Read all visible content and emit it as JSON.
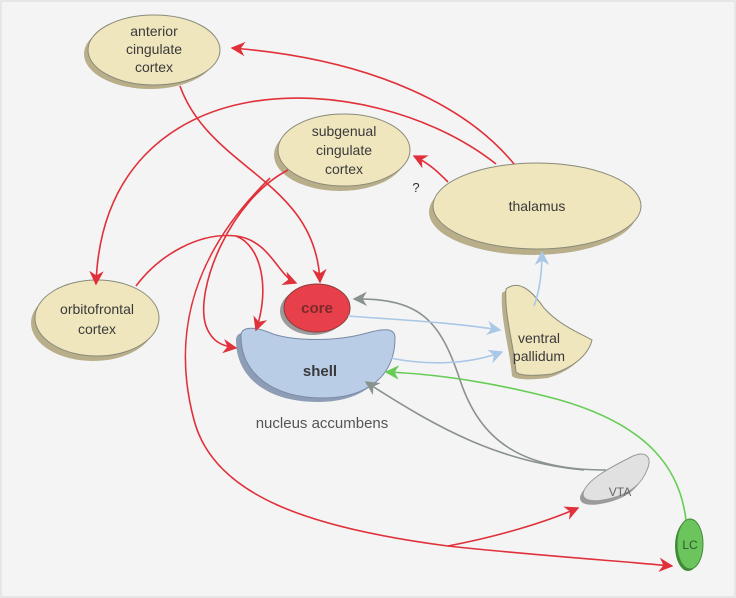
{
  "diagram": {
    "nodes": {
      "acc": {
        "lines": [
          "anterior",
          "cingulate",
          "cortex"
        ],
        "fill": "#efe6bd"
      },
      "sgc": {
        "lines": [
          "subgenual",
          "cingulate",
          "cortex"
        ],
        "fill": "#efe6bd"
      },
      "thal": {
        "lines": [
          "thalamus"
        ],
        "fill": "#efe6bd"
      },
      "ofc": {
        "lines": [
          "orbitofrontal",
          "cortex"
        ],
        "fill": "#efe6bd"
      },
      "core": {
        "label": "core",
        "fill": "#e8404a"
      },
      "shell": {
        "label": "shell",
        "fill": "#b9cde6"
      },
      "vp": {
        "lines": [
          "ventral",
          "pallidum"
        ],
        "fill": "#efe6bd"
      },
      "vta": {
        "label": "VTA",
        "fill": "#dcdcdc"
      },
      "lc": {
        "label": "LC",
        "fill": "#6cc45c"
      }
    },
    "caption_nac": "nucleus accumbens",
    "uncertain_mark": "?",
    "colors": {
      "red": "#e0303a",
      "gray": "#8a9290",
      "blue": "#b6d0ea",
      "green": "#66cc55",
      "outline": "#8a8a7a",
      "shadow": "#b8ae8a"
    }
  }
}
